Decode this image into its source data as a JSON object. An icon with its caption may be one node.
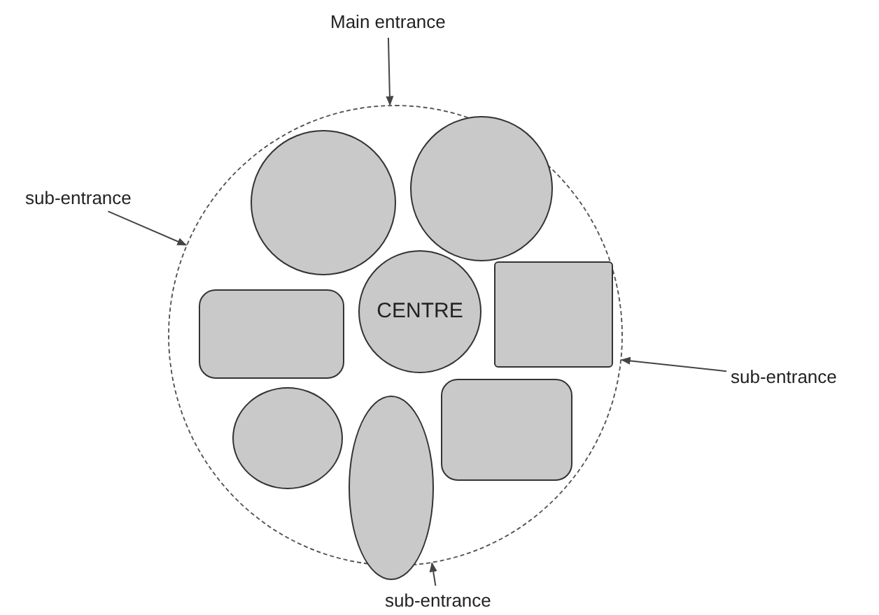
{
  "diagram": {
    "nodes": [
      {
        "text": [
          "Main entrance"
        ]
      },
      {
        "text": [
          "sub-entrance"
        ]
      },
      {
        "text": [],
        "shape": "circle"
      },
      {
        "text": [],
        "shape": "circle",
        "in": 2
      },
      {
        "text": [],
        "shape": "circle",
        "in": 2
      },
      {
        "text": [],
        "shape": "box",
        "in": 2
      },
      {
        "text": [
          "CENTRE"
        ],
        "in": 2
      },
      {
        "text": [],
        "shape": "box",
        "in": 2
      },
      {
        "text": [],
        "shape": "circle",
        "in": 2
      },
      {
        "text": [],
        "shape": "ellipse",
        "in": 2
      },
      {
        "text": [],
        "shape": "box",
        "in": 2
      },
      {
        "text": [
          "sub-entrance"
        ]
      },
      {
        "text": [
          "sub-entrance"
        ]
      }
    ],
    "edges": [
      {
        "from": 0,
        "to": 2,
        "arrow": "to"
      },
      {
        "from": 1,
        "to": 2,
        "arrow": "to"
      },
      {
        "from": 11,
        "to": 2,
        "arrow": "to"
      },
      {
        "from": 12,
        "to": 2,
        "arrow": "to"
      }
    ]
  }
}
